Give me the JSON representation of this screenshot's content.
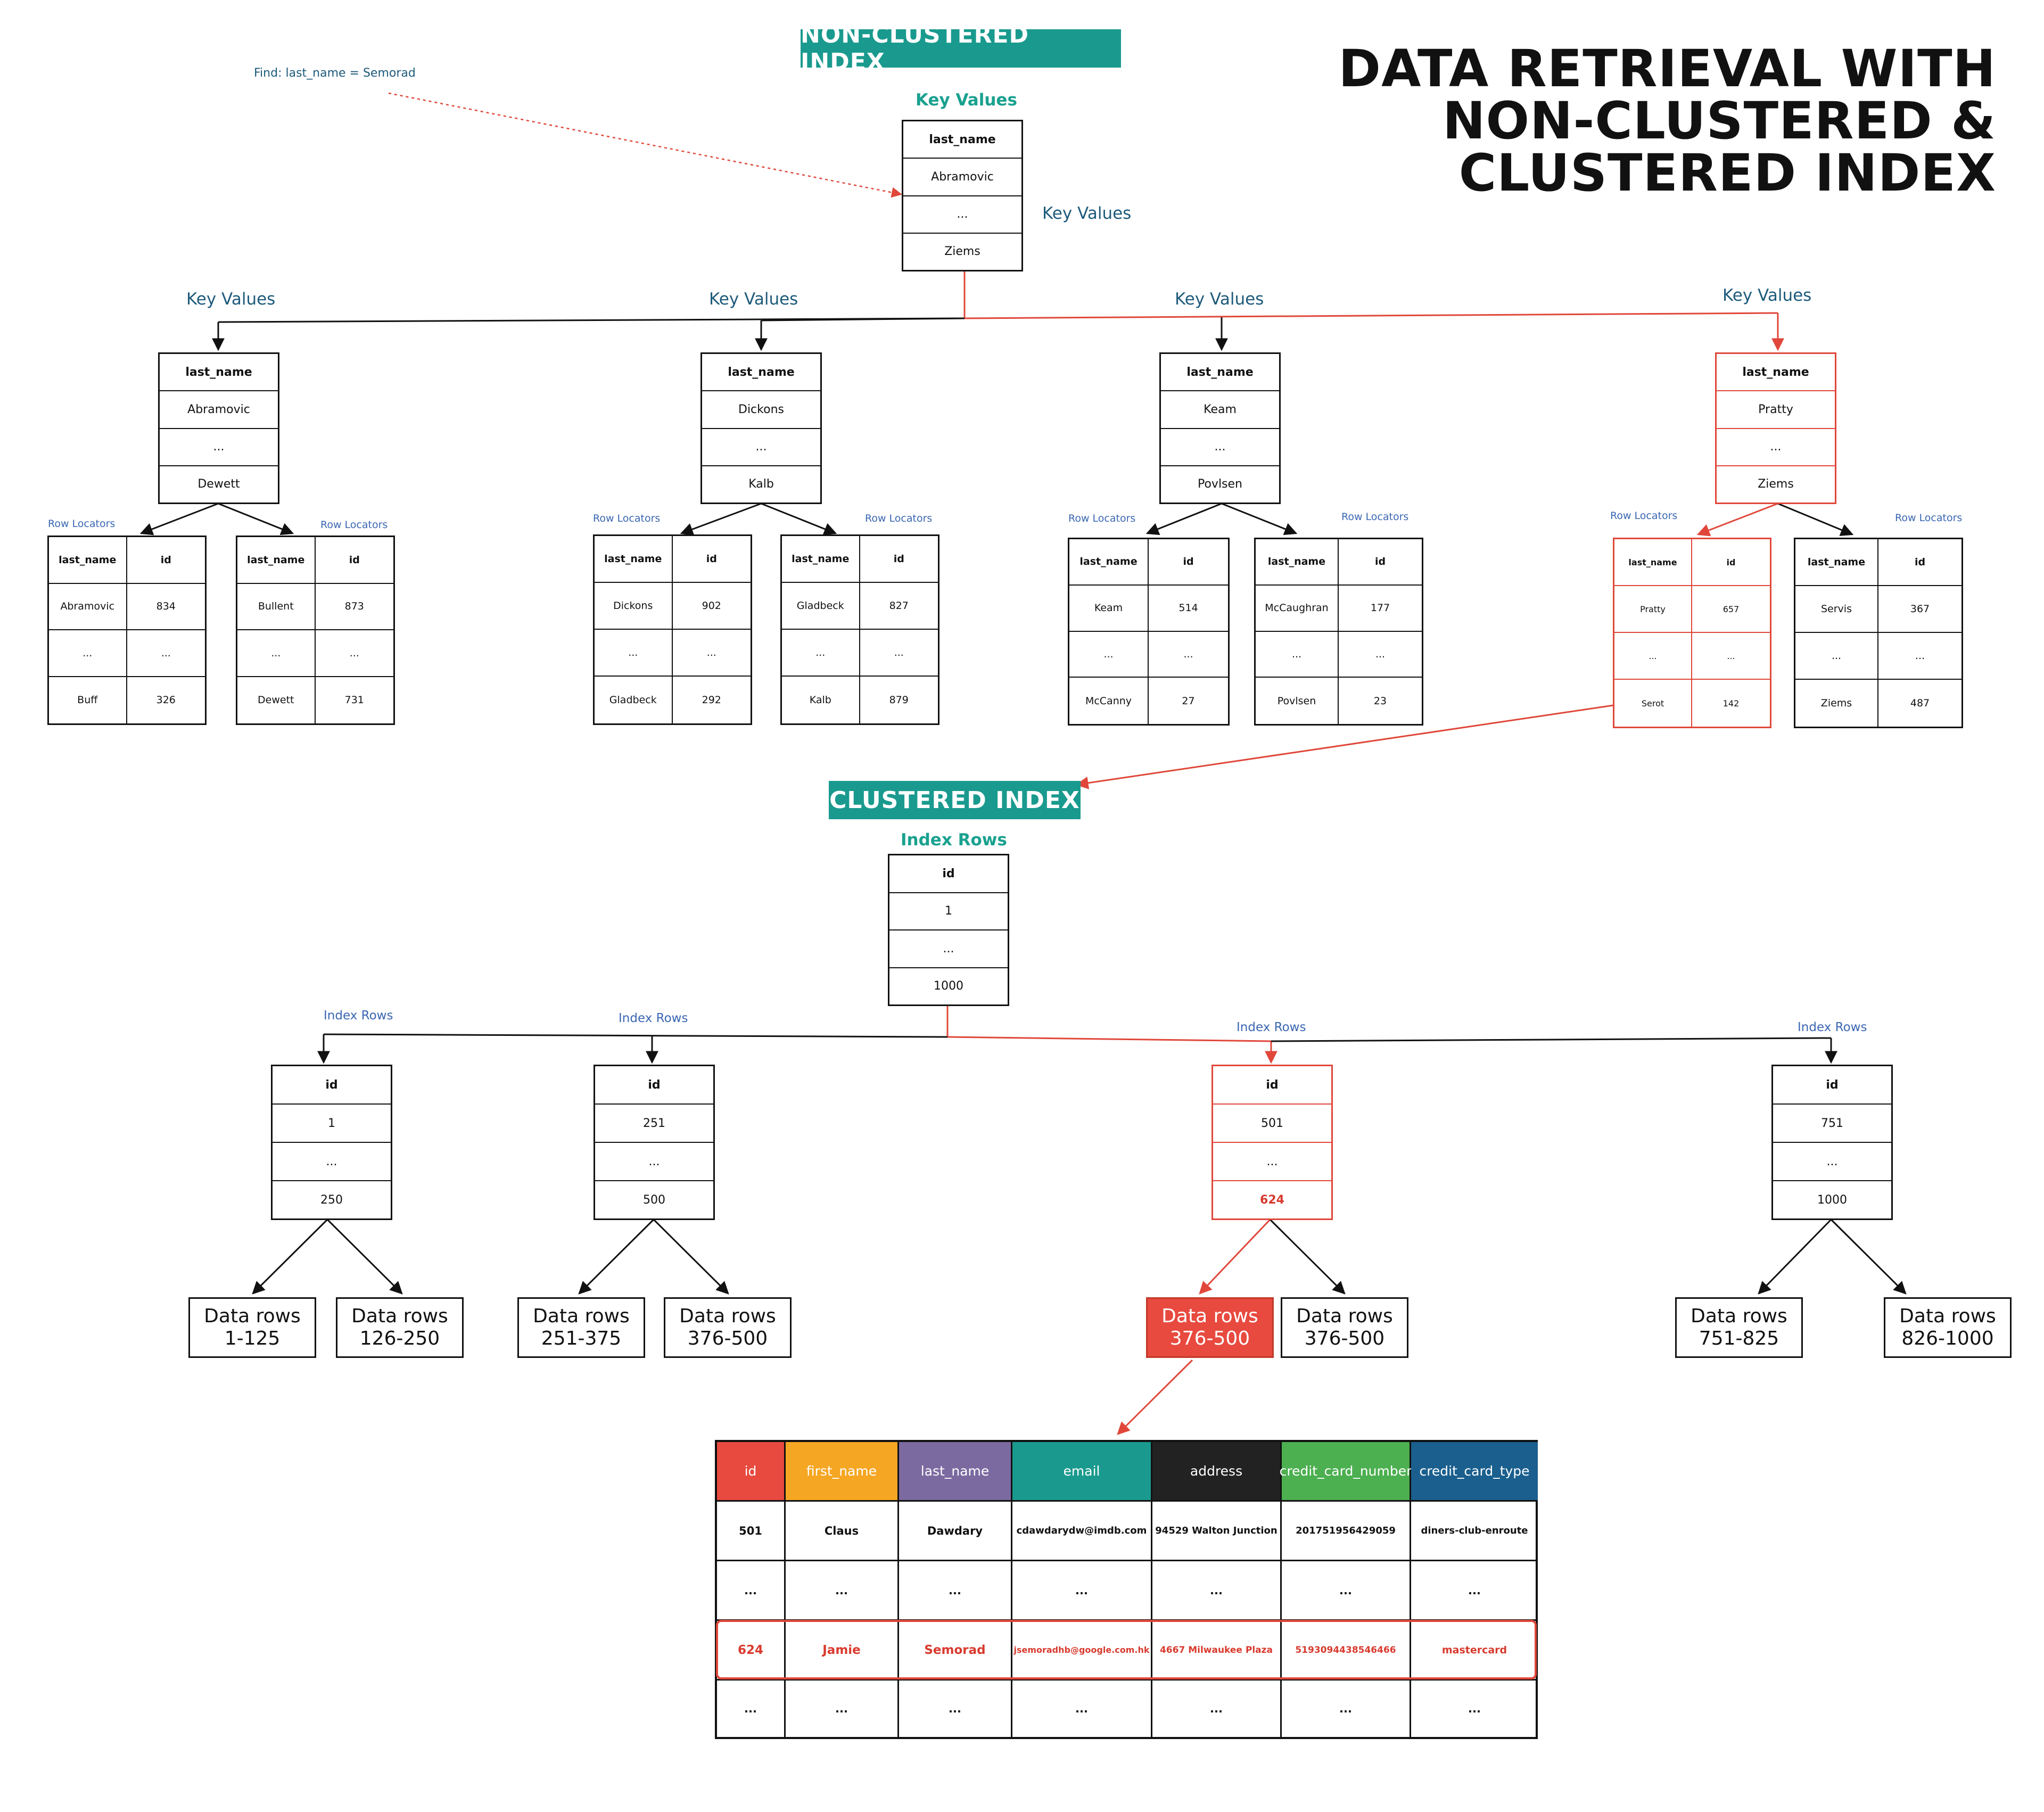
{
  "title": [
    "DATA RETRIEVAL WITH",
    "NON-CLUSTERED &",
    "CLUSTERED INDEX"
  ],
  "find_text": "Find: last_name = Semorad",
  "nonclustered": {
    "badge": "NON-CLUSTERED INDEX",
    "badge_color": "#1a9a8e",
    "root_label": "Key Values",
    "side_label": "Key Values",
    "root": [
      "last_name",
      "Abramovic",
      "...",
      "Ziems"
    ],
    "branch_labels": [
      "Key Values",
      "Key Values",
      "Key Values",
      "Key Values"
    ],
    "branches": [
      [
        "last_name",
        "Abramovic",
        "...",
        "Dewett"
      ],
      [
        "last_name",
        "Dickons",
        "...",
        "Kalb"
      ],
      [
        "last_name",
        "Keam",
        "...",
        "Povlsen"
      ],
      [
        "last_name",
        "Pratty",
        "...",
        "Ziems"
      ]
    ],
    "row_locators_label": "Row Locators",
    "leaves": [
      [
        [
          "last_name",
          "id"
        ],
        [
          "Abramovic",
          "834"
        ],
        [
          "...",
          "..."
        ],
        [
          "Buff",
          "326"
        ]
      ],
      [
        [
          "last_name",
          "id"
        ],
        [
          "Bullent",
          "873"
        ],
        [
          "...",
          "..."
        ],
        [
          "Dewett",
          "731"
        ]
      ],
      [
        [
          "last_name",
          "id"
        ],
        [
          "Dickons",
          "902"
        ],
        [
          "...",
          "..."
        ],
        [
          "Gladbeck",
          "292"
        ]
      ],
      [
        [
          "last_name",
          "id"
        ],
        [
          "Gladbeck",
          "827"
        ],
        [
          "...",
          "..."
        ],
        [
          "Kalb",
          "879"
        ]
      ],
      [
        [
          "last_name",
          "id"
        ],
        [
          "Keam",
          "514"
        ],
        [
          "...",
          "..."
        ],
        [
          "McCanny",
          "27"
        ]
      ],
      [
        [
          "last_name",
          "id"
        ],
        [
          "McCaughran",
          "177"
        ],
        [
          "...",
          "..."
        ],
        [
          "Povlsen",
          "23"
        ]
      ],
      [
        [
          "last_name",
          "id"
        ],
        [
          "Pratty",
          "657"
        ],
        [
          "...",
          "..."
        ],
        [
          "Serot",
          "142"
        ]
      ],
      [
        [
          "last_name",
          "id"
        ],
        [
          "Servis",
          "367"
        ],
        [
          "...",
          "..."
        ],
        [
          "Ziems",
          "487"
        ]
      ]
    ]
  },
  "clustered": {
    "badge": "CLUSTERED INDEX",
    "badge_color": "#1a9a8e",
    "root_label": "Index Rows",
    "root": [
      "id",
      "1",
      "...",
      "1000"
    ],
    "branch_labels": [
      "Index Rows",
      "Index Rows",
      "Index Rows",
      "Index Rows"
    ],
    "branches": [
      [
        "id",
        "1",
        "...",
        "250"
      ],
      [
        "id",
        "251",
        "...",
        "500"
      ],
      [
        "id",
        "501",
        "...",
        "624"
      ],
      [
        "id",
        "751",
        "...",
        "1000"
      ]
    ],
    "data_rows": [
      [
        "Data rows",
        "1-125"
      ],
      [
        "Data rows",
        "126-250"
      ],
      [
        "Data rows",
        "251-375"
      ],
      [
        "Data rows",
        "376-500"
      ],
      [
        "Data rows",
        "376-500"
      ],
      [
        "Data rows",
        "376-500"
      ],
      [
        "Data rows",
        "751-825"
      ],
      [
        "Data rows",
        "826-1000"
      ]
    ]
  },
  "table": {
    "columns": [
      {
        "name": "id",
        "color": "#e84a3f"
      },
      {
        "name": "first_name",
        "color": "#f5a623"
      },
      {
        "name": "last_name",
        "color": "#7b6aa0"
      },
      {
        "name": "email",
        "color": "#1a9a8e"
      },
      {
        "name": "address",
        "color": "#222222"
      },
      {
        "name": "credit_card_number",
        "color": "#4caf50"
      },
      {
        "name": "credit_card_type",
        "color": "#1a5f8e"
      }
    ],
    "rows": [
      [
        "501",
        "Claus",
        "Dawdary",
        "cdawdarydw@imdb.com",
        "94529 Walton Junction",
        "201751956429059",
        "diners-club-enroute"
      ],
      [
        "...",
        "...",
        "...",
        "...",
        "...",
        "...",
        "..."
      ],
      [
        "624",
        "Jamie",
        "Semorad",
        "jsemoradhb@google.com.hk",
        "4667 Milwaukee Plaza",
        "5193094438546466",
        "mastercard"
      ],
      [
        "...",
        "...",
        "...",
        "...",
        "...",
        "...",
        "..."
      ]
    ]
  },
  "colors": {
    "highlight": "#e0473a",
    "teal": "#1a9a8e",
    "ink": "#111111",
    "label_blue": "#3a66b2"
  }
}
